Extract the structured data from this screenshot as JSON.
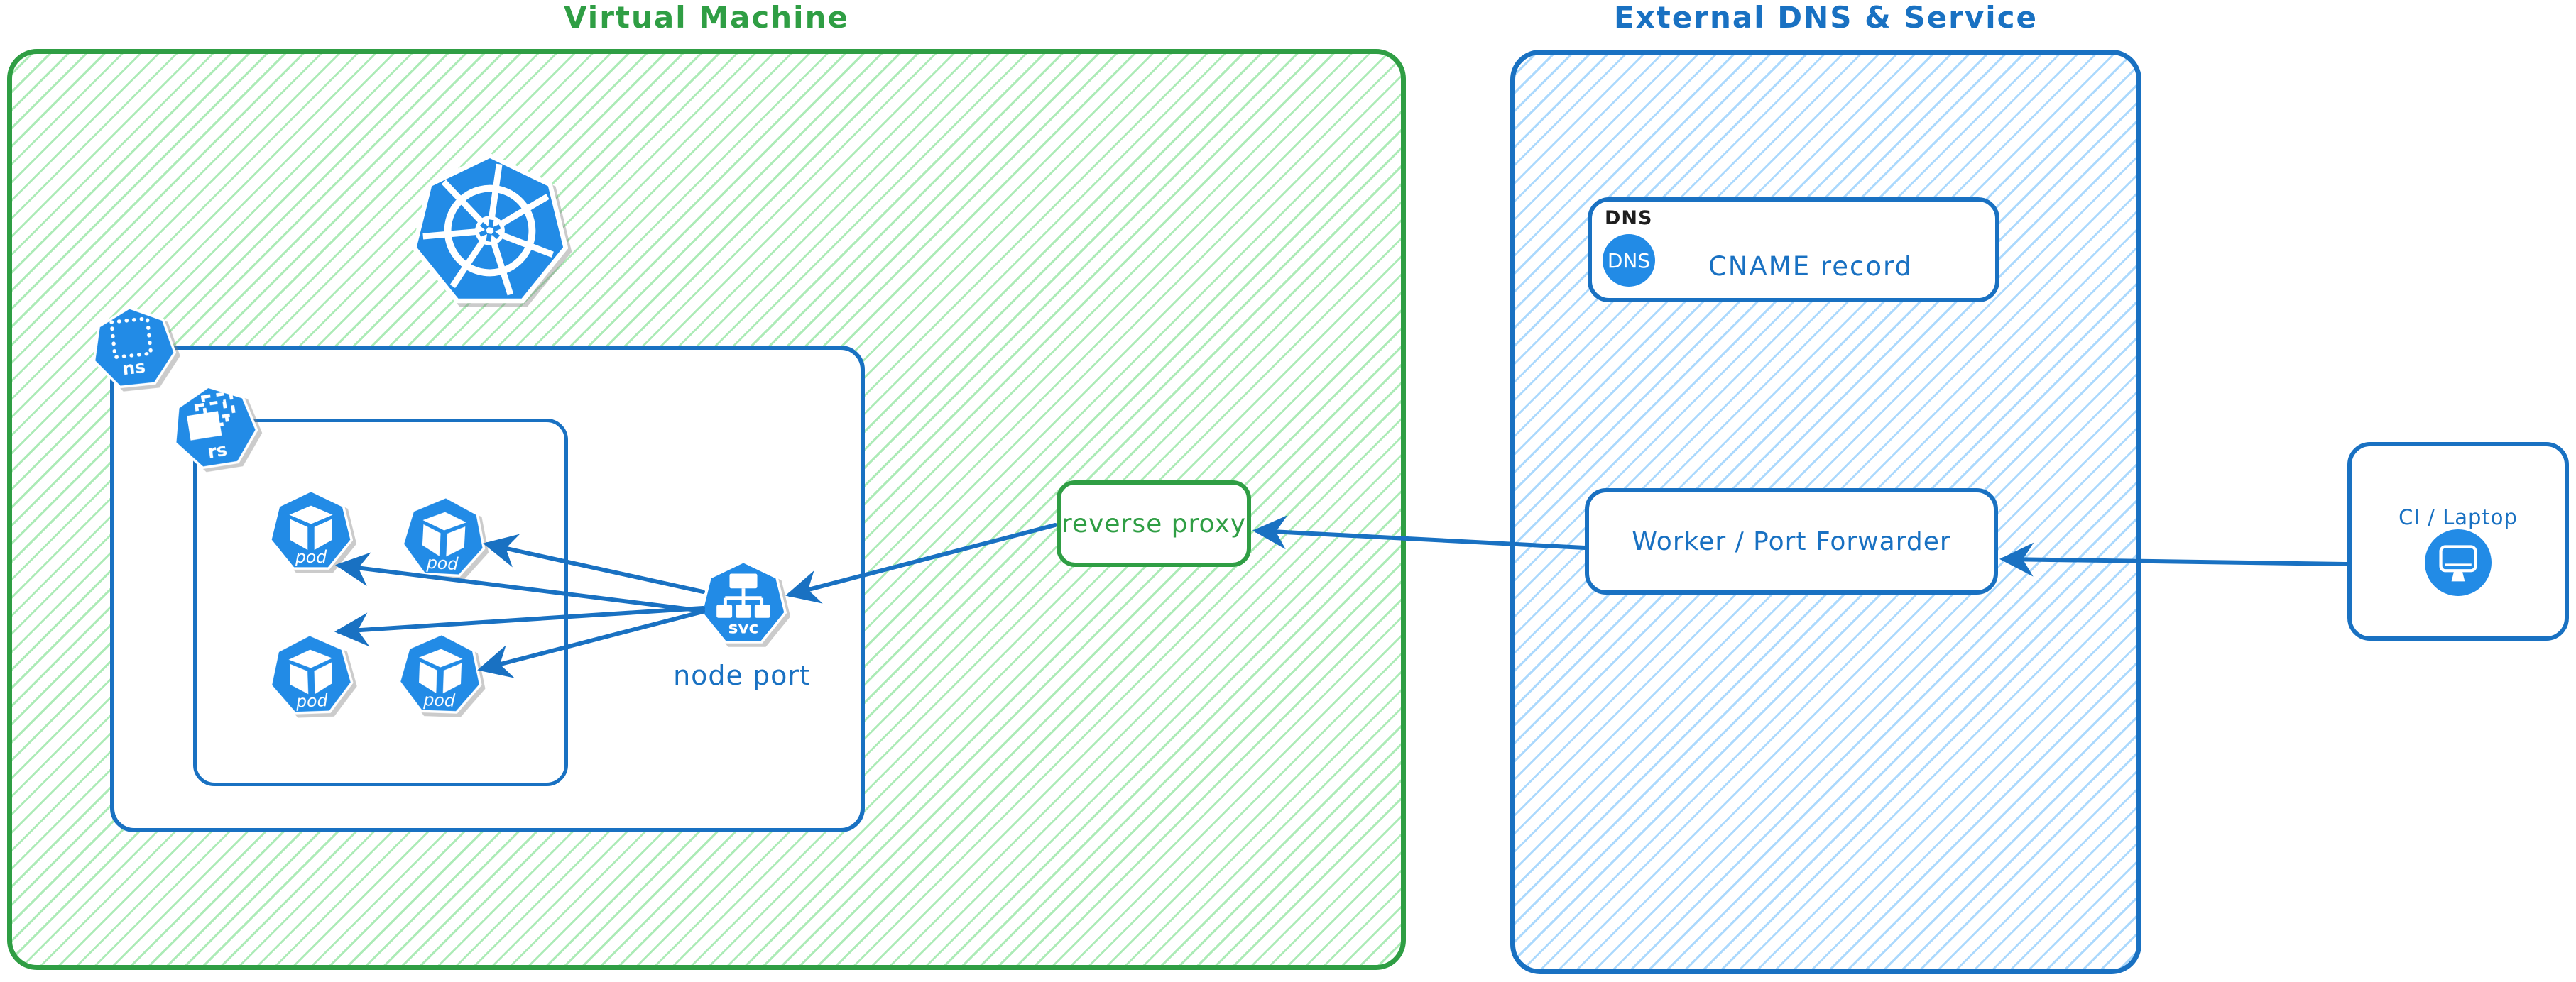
{
  "groups": {
    "vm": {
      "title": "Virtual Machine"
    },
    "external": {
      "title": "External DNS & Service"
    }
  },
  "kubernetes": {
    "logo": "kubernetes-wheel",
    "namespace_icon_label": "ns",
    "replicaset_icon_label": "rs",
    "pod_icon_label": "pod",
    "service_icon_label": "svc"
  },
  "labels": {
    "node_port": "node port",
    "reverse_proxy": "reverse proxy",
    "worker": "Worker / Port Forwarder",
    "ci_laptop": "CI / Laptop"
  },
  "dns_box": {
    "tag": "DNS",
    "badge": "DNS",
    "record": "CNAME record"
  },
  "colors": {
    "green_border": "#2f9e44",
    "green_hatch": "#8ce99a",
    "blue_border": "#1971c2",
    "blue_hatch": "#74c0fc",
    "icon_blue": "#228be6",
    "black_text": "#1e1e1e"
  }
}
